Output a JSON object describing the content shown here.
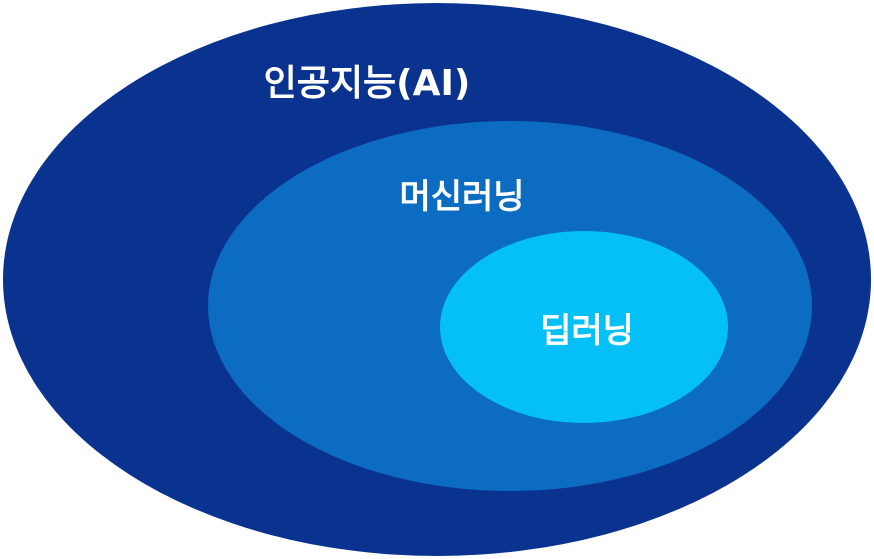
{
  "diagram": {
    "type": "nested-venn",
    "levels": [
      {
        "label": "인공지능(AI)",
        "color": "#0a3390"
      },
      {
        "label": "머신러닝",
        "color": "#0b6cc1"
      },
      {
        "label": "딥러닝",
        "color": "#05c0f6"
      }
    ]
  }
}
